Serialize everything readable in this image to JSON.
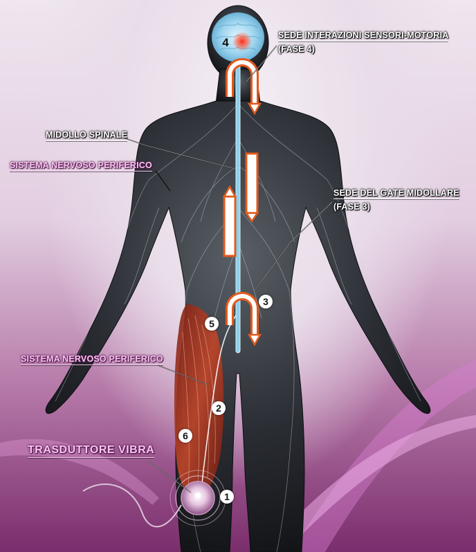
{
  "labels": {
    "sensorimotor_title": "SEDE INTERAZIONI SENSORI-MOTORIA",
    "sensorimotor_phase": "(FASE 4)",
    "spinal_cord": "MIDOLLO SPINALE",
    "peripheral_upper": "SISTEMA NERVOSO PERIFERICO",
    "gate_title": "SEDE DEL GATE MIDOLLARE",
    "gate_phase": "(FASE 3)",
    "peripheral_lower": "SISTEMA NERVOSO PERIFERICO",
    "transducer": "TRASDUTTORE VIBRA"
  },
  "markers": {
    "m1": "1",
    "m2": "2",
    "m3": "3",
    "m4": "4",
    "m5": "5",
    "m6": "6"
  },
  "colors": {
    "signal_arrow": "#e25a1c",
    "spinal_cord": "#8fd0ea",
    "brain": "#9bd3ee",
    "muscle": "#b43a22",
    "background_magenta": "#7a2d6c"
  }
}
